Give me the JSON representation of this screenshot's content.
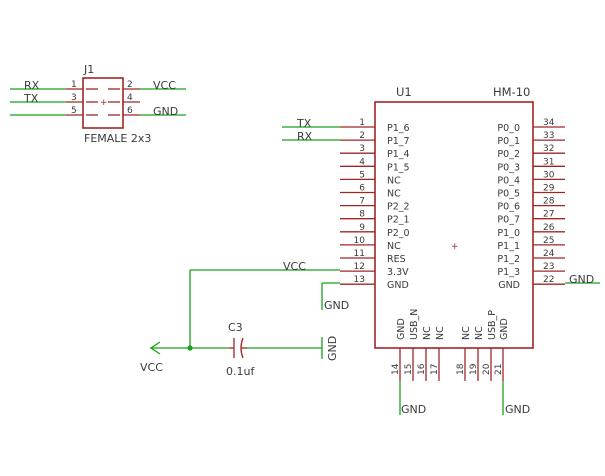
{
  "j1": {
    "ref": "J1",
    "value": "FEMALE 2x3",
    "pins": [
      {
        "num": "1",
        "net": "RX"
      },
      {
        "num": "2",
        "net": "VCC"
      },
      {
        "num": "3",
        "net": "TX"
      },
      {
        "num": "4",
        "net": ""
      },
      {
        "num": "5",
        "net": ""
      },
      {
        "num": "6",
        "net": "GND"
      }
    ]
  },
  "u1": {
    "ref": "U1",
    "value": "HM-10",
    "left_pins": [
      {
        "num": "1",
        "name": "P1_6"
      },
      {
        "num": "2",
        "name": "P1_7"
      },
      {
        "num": "3",
        "name": "P1_4"
      },
      {
        "num": "4",
        "name": "P1_5"
      },
      {
        "num": "5",
        "name": "NC"
      },
      {
        "num": "6",
        "name": "NC"
      },
      {
        "num": "7",
        "name": "P2_2"
      },
      {
        "num": "8",
        "name": "P2_1"
      },
      {
        "num": "9",
        "name": "P2_0"
      },
      {
        "num": "10",
        "name": "NC"
      },
      {
        "num": "11",
        "name": "RES"
      },
      {
        "num": "12",
        "name": "3.3V"
      },
      {
        "num": "13",
        "name": "GND"
      }
    ],
    "right_pins": [
      {
        "num": "34",
        "name": "P0_0"
      },
      {
        "num": "33",
        "name": "P0_1"
      },
      {
        "num": "32",
        "name": "P0_2"
      },
      {
        "num": "31",
        "name": "P0_3"
      },
      {
        "num": "30",
        "name": "P0_4"
      },
      {
        "num": "29",
        "name": "P0_5"
      },
      {
        "num": "28",
        "name": "P0_6"
      },
      {
        "num": "27",
        "name": "P0_7"
      },
      {
        "num": "26",
        "name": "P1_0"
      },
      {
        "num": "25",
        "name": "P1_1"
      },
      {
        "num": "24",
        "name": "P1_2"
      },
      {
        "num": "23",
        "name": "P1_3"
      },
      {
        "num": "22",
        "name": "GND"
      }
    ],
    "bottom_pins": [
      {
        "num": "14",
        "name": "GND"
      },
      {
        "num": "15",
        "name": "USB_N"
      },
      {
        "num": "16",
        "name": "NC"
      },
      {
        "num": "17",
        "name": "NC"
      },
      {
        "num": "18",
        "name": "NC"
      },
      {
        "num": "19",
        "name": "NC"
      },
      {
        "num": "20",
        "name": "USB_P"
      },
      {
        "num": "21",
        "name": "GND"
      }
    ]
  },
  "c3": {
    "ref": "C3",
    "value": "0.1uf"
  },
  "nets": {
    "u1_tx": "TX",
    "u1_rx": "RX",
    "vcc_wire": "VCC",
    "vcc_supply": "VCC",
    "gnd_pin13": "GND",
    "gnd_pin22": "GND",
    "gnd_pin14": "GND",
    "gnd_pin21": "GND",
    "gnd_cap": "GND"
  },
  "colors": {
    "wire": "#19a119",
    "part": "#a02626",
    "text": "#3a3a3a"
  }
}
